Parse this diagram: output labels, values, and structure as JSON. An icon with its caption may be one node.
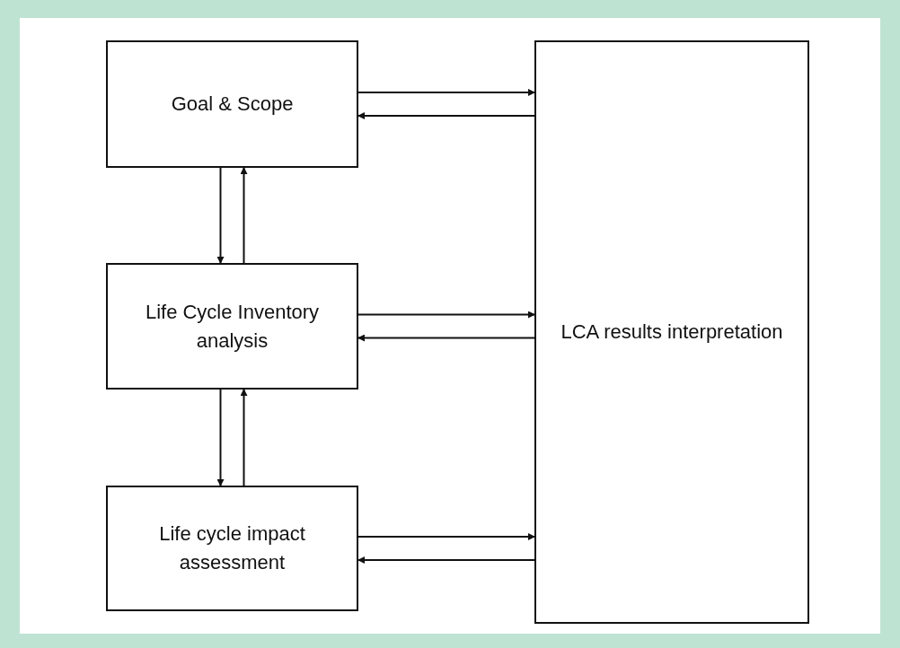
{
  "diagram": {
    "nodes": [
      {
        "text": [
          "Goal & Scope"
        ]
      },
      {
        "text": [
          "Life Cycle Inventory analysis"
        ]
      },
      {
        "text": [
          "Life cycle impact assessment"
        ]
      },
      {
        "text": [
          "LCA results interpretation"
        ]
      }
    ],
    "edges": [
      {
        "from": 0,
        "to": 3,
        "arrow": "to"
      },
      {
        "from": 3,
        "to": 0,
        "arrow": "to"
      },
      {
        "from": 0,
        "to": 1,
        "arrow": "to"
      },
      {
        "from": 1,
        "to": 0,
        "arrow": "to"
      },
      {
        "from": 1,
        "to": 3,
        "arrow": "to"
      },
      {
        "from": 3,
        "to": 1,
        "arrow": "to"
      },
      {
        "from": 1,
        "to": 2,
        "arrow": "to"
      },
      {
        "from": 2,
        "to": 1,
        "arrow": "to"
      },
      {
        "from": 2,
        "to": 3,
        "arrow": "to"
      },
      {
        "from": 3,
        "to": 2,
        "arrow": "to"
      }
    ]
  }
}
